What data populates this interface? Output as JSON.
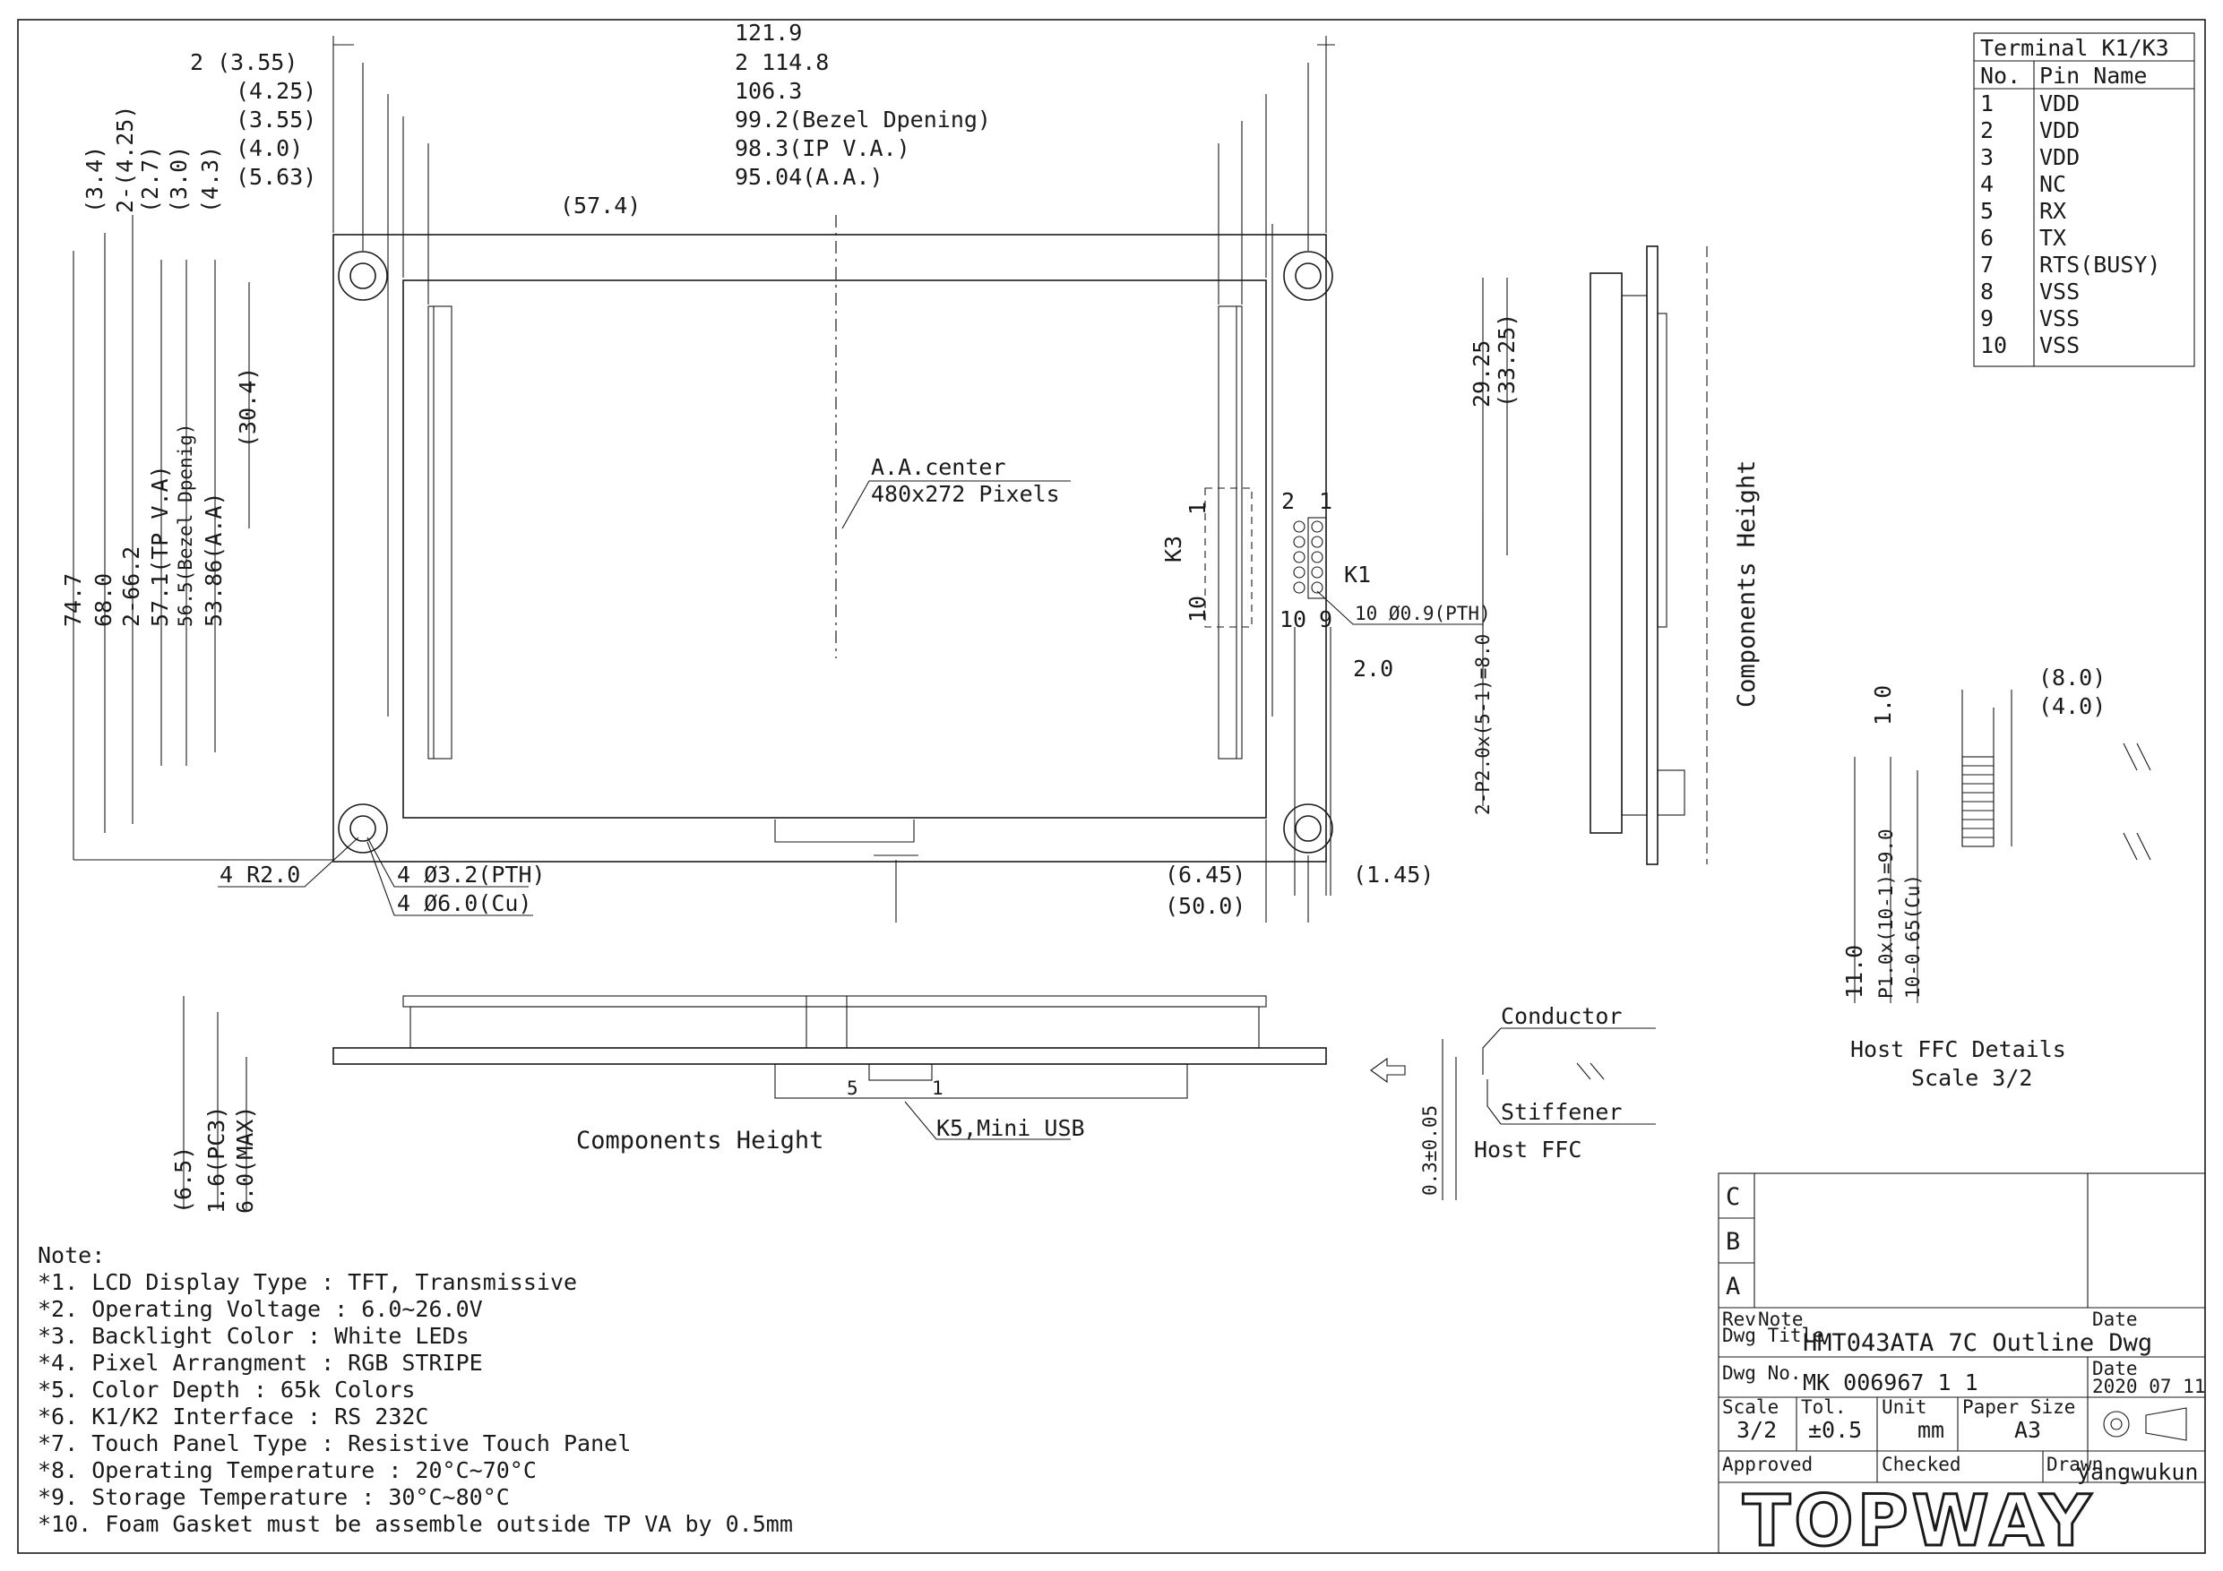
{
  "dims_top": {
    "left": [
      "2 (3.55)",
      "(4.25)",
      "(3.55)",
      "(4.0)",
      "(5.63)"
    ],
    "center": [
      "121.9",
      "2 114.8",
      "106.3",
      "99.2(Bezel Dpening)",
      "98.3(IP V.A.)",
      "95.04(A.A.)"
    ],
    "half": "(57.4)"
  },
  "dims_left_vertical": [
    "74.7",
    "68.0",
    "2-66.2",
    "57.1(TP V.A)",
    "56.5(Bezel Dpenig)",
    "53.86(A.A)"
  ],
  "dims_left_top": [
    "(3.4)",
    "2-(4.25)",
    "(2.7)",
    "(3.0)",
    "(4.3)"
  ],
  "dim_30_4": "(30.4)",
  "aa_center": {
    "line1": "A.A.center",
    "line2": "480x272 Pixels"
  },
  "holes": {
    "radius": "4 R2.0",
    "pth": "4 Ø3.2(PTH)",
    "cu": "4 Ø6.0(Cu)"
  },
  "connector": {
    "k3": "K3",
    "k1": "K1",
    "pin1": "1",
    "pin2": "2",
    "pin10": "10",
    "pin9": "9",
    "pin_spec": "10 Ø0.9(PTH)",
    "pitch": "2-P2.0x(5-1)=8.0",
    "dim_2_0": "2.0",
    "dim_29_25": "29.25",
    "dim_33_25": "(33.25)"
  },
  "dims_bottom": {
    "d645": "(6.45)",
    "d500": "(50.0)",
    "d145": "(1.45)"
  },
  "components_right": "Components Height",
  "pin_table": {
    "title": "Terminal K1/K3",
    "col_no": "No.",
    "col_name": "Pin Name",
    "rows": [
      [
        "1",
        "VDD"
      ],
      [
        "2",
        "VDD"
      ],
      [
        "3",
        "VDD"
      ],
      [
        "4",
        "NC"
      ],
      [
        "5",
        "RX"
      ],
      [
        "6",
        "TX"
      ],
      [
        "7",
        "RTS(BUSY)"
      ],
      [
        "8",
        "VSS"
      ],
      [
        "9",
        "VSS"
      ],
      [
        "10",
        "VSS"
      ]
    ]
  },
  "ffc_detail": {
    "d80": "(8.0)",
    "d40": "(4.0)",
    "d10": "1.0",
    "d110": "11.0",
    "pitch": "P1.0x(10-1)=9.0",
    "width": "10-0.65(Cu)",
    "title": "Host FFC Details",
    "scale": "Scale 3/2"
  },
  "side_view": {
    "conductor": "Conductor",
    "stiffener": "Stiffener",
    "host_ffc": "Host FFC",
    "d03": "0.3±0.05",
    "components": "Components Height",
    "usb": "K5,Mini USB",
    "d65": "(6.5)",
    "d16": "1.6(PC3)",
    "d60": "6.0(MAX)",
    "pin1": "5",
    "pin5": "1"
  },
  "notes": {
    "title": "Note:",
    "items": [
      "*1. LCD Display Type : TFT, Transmissive",
      "*2. Operating Voltage : 6.0~26.0V",
      "*3. Backlight Color : White LEDs",
      "*4. Pixel Arrangment : RGB STRIPE",
      "*5. Color Depth : 65k Colors",
      "*6. K1/K2 Interface : RS 232C",
      "*7. Touch Panel Type : Resistive Touch Panel",
      "*8. Operating Temperature : 20°C~70°C",
      "*9. Storage Temperature : 30°C~80°C",
      "*10. Foam Gasket must be assemble outside TP VA by 0.5mm"
    ]
  },
  "title_block": {
    "rev_c": "C",
    "rev_b": "B",
    "rev_a": "A",
    "rev": "Rev",
    "note": "Note",
    "date": "Date",
    "dwg_title_label": "Dwg Title",
    "dwg_title": "HMT043ATA 7C Outline Dwg",
    "dwg_no_label": "Dwg No.",
    "dwg_no": "MK 006967 1 1",
    "date_label": "Date",
    "date_value": "2020 07 11",
    "scale_label": "Scale",
    "scale": "3/2",
    "tol_label": "Tol.",
    "tol": "±0.5",
    "unit_label": "Unit",
    "unit": "mm",
    "paper_label": "Paper Size",
    "paper": "A3",
    "approved": "Approved",
    "checked": "Checked",
    "drawn_label": "Drawn",
    "drawn": "yangwukun",
    "logo": "TOPWAY"
  }
}
